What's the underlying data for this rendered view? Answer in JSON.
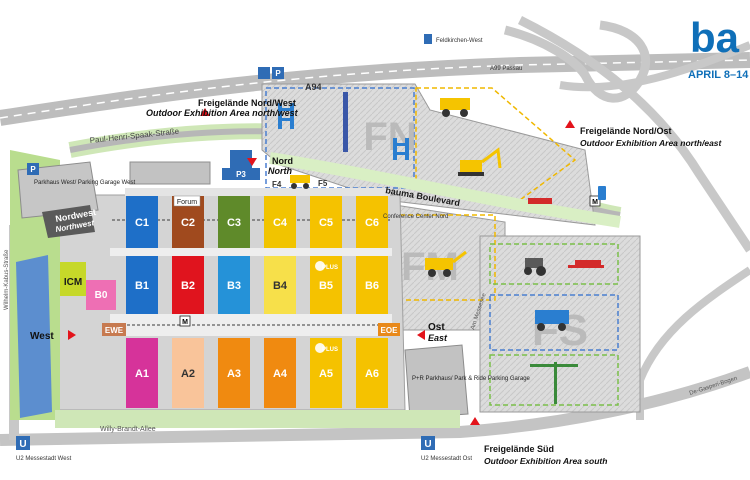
{
  "brand": {
    "logo_text": "ba",
    "dates": "APRIL 8–14",
    "color": "#0f6fb8"
  },
  "roads": {
    "a94": "A94",
    "a99": "A99 Passau",
    "street_north": "Paul-Henri-Spaak-Straße",
    "street_south": "Willy-Brandt-Allee",
    "street_west": "Wilhelm-Kabus-Straße",
    "street_east": "Am Messesee",
    "street_southeast": "De-Gasperi-Bogen",
    "feldkirchen": "Feldkirchen-West"
  },
  "areas": {
    "fn": "FN",
    "fm": "FM",
    "fs": "FS",
    "boulevard": "bauma Boulevard",
    "forum": "Forum",
    "conference": "Conference Center Nord",
    "f4": "F4",
    "f5": "F5",
    "p3": "P3"
  },
  "entrances": {
    "nord_de": "Nord",
    "nord_en": "North",
    "nordwest_de": "Nordwest",
    "nordwest_en": "Northwest",
    "west": "West",
    "ost_de": "Ost",
    "ost_en": "East"
  },
  "outdoor": {
    "nw_de": "Freigelände Nord/West",
    "nw_en": "Outdoor Exhibition Area north/west",
    "no_de": "Freigelände Nord/Ost",
    "no_en": "Outdoor Exhibition Area north/east",
    "sued_de": "Freigelände Süd",
    "sued_en": "Outdoor Exhibition Area south"
  },
  "parking": {
    "garage_west": "Parkhaus West/ Parking Garage West",
    "pr_garage": "P+R Parkhaus/ Park & Ride Parking Garage"
  },
  "subway": {
    "u_west": "U2 Messestadt West",
    "u_ost": "U2 Messestadt Ost"
  },
  "halls": {
    "row_c": [
      {
        "id": "C1",
        "color": "#1e6fc8"
      },
      {
        "id": "C2",
        "color": "#a04a1e"
      },
      {
        "id": "C3",
        "color": "#5f8a2a"
      },
      {
        "id": "C4",
        "color": "#f1c400"
      },
      {
        "id": "C5",
        "color": "#f5c200"
      },
      {
        "id": "C6",
        "color": "#f5c200"
      }
    ],
    "row_b": [
      {
        "id": "B1",
        "color": "#1e6fc8",
        "plus": false
      },
      {
        "id": "B2",
        "color": "#e0141e",
        "plus": false
      },
      {
        "id": "B3",
        "color": "#2592d8",
        "plus": false
      },
      {
        "id": "B4",
        "color": "#f7e04a",
        "plus": false
      },
      {
        "id": "B5",
        "color": "#f5c200",
        "plus": true
      },
      {
        "id": "B6",
        "color": "#f5c200",
        "plus": false
      }
    ],
    "row_a": [
      {
        "id": "A1",
        "color": "#d6339a",
        "plus": false
      },
      {
        "id": "A2",
        "color": "#f9c49a",
        "plus": false
      },
      {
        "id": "A3",
        "color": "#f08a10",
        "plus": false
      },
      {
        "id": "A4",
        "color": "#f08a10",
        "plus": false
      },
      {
        "id": "A5",
        "color": "#f5c200",
        "plus": true
      },
      {
        "id": "A6",
        "color": "#f5c200",
        "plus": false
      }
    ],
    "icm": "ICM",
    "b0": "B0",
    "ewe": "EWE",
    "eoe": "EOE",
    "plus": "PLUS",
    "m": "M"
  }
}
